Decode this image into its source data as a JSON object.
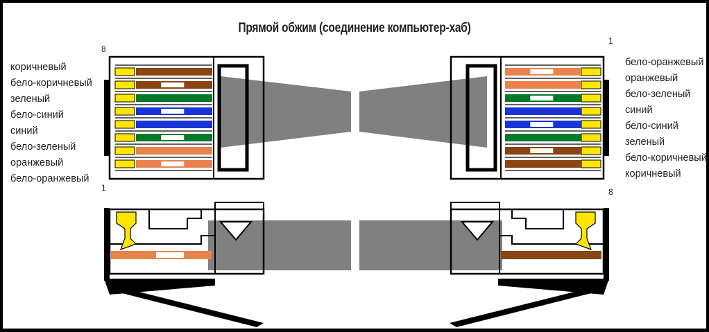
{
  "title": "Прямой обжим (соединение компьютер-хаб)",
  "left_connector": {
    "pin_top": "8",
    "pin_bottom": "1",
    "wires": [
      "коричневый",
      "бело-коричневый",
      "зеленый",
      "бело-синий",
      "синий",
      "бело-зеленый",
      "оранжевый",
      "бело-оранжевый"
    ]
  },
  "right_connector": {
    "pin_top": "1",
    "pin_bottom": "8",
    "wires": [
      "бело-оранжевый",
      "оранжевый",
      "бело-зеленый",
      "синий",
      "бело-синий",
      "зеленый",
      "бело-коричневый",
      "коричневый"
    ]
  },
  "colors": {
    "orange": "#e8834f",
    "green": "#007a2a",
    "blue": "#1a33d6",
    "brown": "#8b4513",
    "yellow": "#ffe600",
    "cable": "#808080",
    "outline": "#000000"
  }
}
